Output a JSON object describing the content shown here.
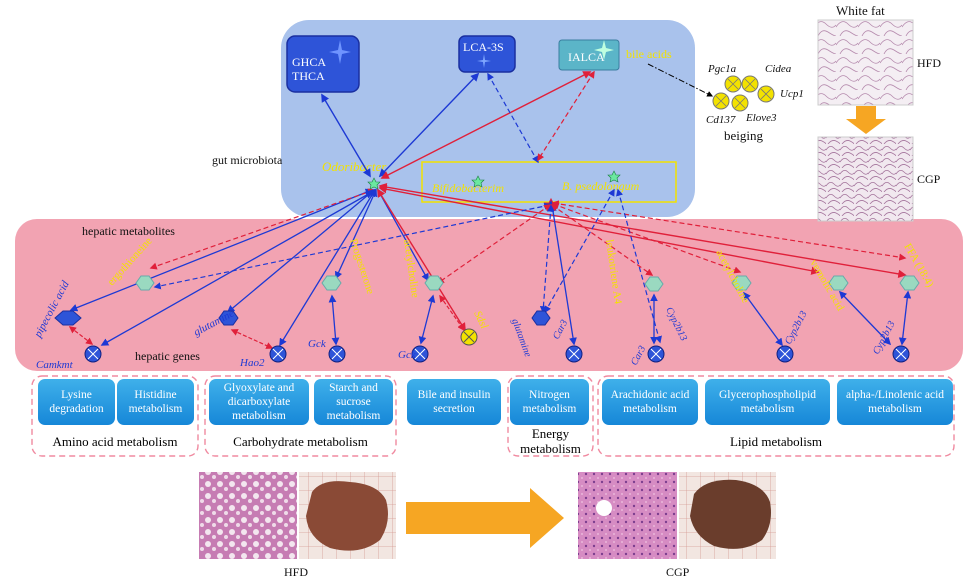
{
  "top_right": {
    "title": "White fat",
    "labels": [
      "HFD",
      "CGP"
    ],
    "beiging_label": "beiging",
    "beiging_genes": [
      "Pgc1a",
      "Cidea",
      "Ucp1",
      "Elove3",
      "Cd137"
    ]
  },
  "gut": {
    "label": "gut microbiota",
    "bile_acids_label": "bile acids",
    "metabolites": [
      "GHCA",
      "THCA",
      "LCA-3S",
      "IALCA"
    ],
    "bacteria": [
      "Odoribacter",
      "Bifidobacterim",
      "B. psedolongum"
    ]
  },
  "liver": {
    "metabolites_label": "hepatic metabolites",
    "genes_label": "hepatic genes",
    "metabolites": [
      "pipecolic acid",
      "ergothioneine",
      "glutamine",
      "Progesterone",
      "acetylcholine",
      "glutamine",
      "leukotriene A4",
      "acetylcholine",
      "vernolic acid",
      "FFA (18:4)"
    ],
    "genes": [
      "Camkmt",
      "Hao2",
      "Gck",
      "Gck",
      "Sdsl",
      "Car3",
      "Car3",
      "Cyp2b13",
      "Cyp2b13",
      "Cyp2b13"
    ]
  },
  "pathways": [
    "Lysine degradation",
    "Histidine metabolism",
    "Glyoxylate and dicarboxylate metabolism",
    "Starch and sucrose metabolism",
    "Bile and insulin secretion",
    "Nitrogen metabolism",
    "Arachidonic acid metabolism",
    "Glycerophospholipid metabolism",
    "alpha-/Linolenic acid metabolism"
  ],
  "pathway_groups": [
    "Amino acid metabolism",
    "Carbohydrate metabolism",
    "Energy metabolism",
    "Lipid metabolism"
  ],
  "bottom": {
    "labels": [
      "HFD",
      "CGP"
    ]
  },
  "colors": {
    "gut_bg": "#a9c2ec",
    "liver_bg": "#f2a3b2",
    "up_arrow": "#e0203a",
    "down_arrow": "#1d39d4",
    "accent_yellow": "#f3e200"
  }
}
